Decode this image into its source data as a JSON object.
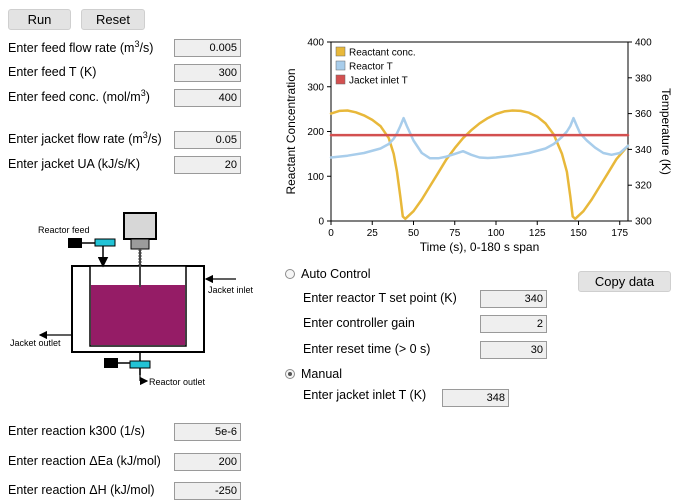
{
  "toolbar": {
    "run_label": "Run",
    "reset_label": "Reset"
  },
  "inputs": {
    "feed_flow": {
      "label_pre": "Enter feed flow rate (m",
      "label_sup": "3",
      "label_post": "/s)",
      "value": "0.005"
    },
    "feed_T": {
      "label": "Enter feed T (K)",
      "value": "300"
    },
    "feed_conc": {
      "label_pre": "Enter feed conc. (mol/m",
      "label_sup": "3",
      "label_post": ")",
      "value": "400"
    },
    "jacket_flow": {
      "label_pre": "Enter jacket flow rate (m",
      "label_sup": "3",
      "label_post": "/s)",
      "value": "0.05"
    },
    "jacket_UA": {
      "label": "Enter jacket UA (kJ/s/K)",
      "value": "20"
    },
    "k300": {
      "label": "Enter reaction k300 (1/s)",
      "value": "5e-6"
    },
    "Ea": {
      "label": "Enter reaction ΔEa (kJ/mol)",
      "value": "200"
    },
    "dH": {
      "label": "Enter reaction ΔH (kJ/mol)",
      "value": "-250"
    }
  },
  "diagram": {
    "reactor_feed": "Reactor feed",
    "jacket_inlet": "Jacket inlet",
    "jacket_outlet": "Jacket outlet",
    "reactor_outlet": "Reactor outlet",
    "liquid_color": "#951c66",
    "valve_color": "#22c3d6"
  },
  "control": {
    "copy_label": "Copy data",
    "auto_label": "Auto Control",
    "setpoint_label": "Enter reactor T set point (K)",
    "setpoint_value": "340",
    "gain_label": "Enter controller gain",
    "gain_value": "2",
    "reset_label": "Enter reset time (> 0 s)",
    "reset_value": "30",
    "manual_label": "Manual",
    "jacket_T_label": "Enter jacket inlet T (K)",
    "jacket_T_value": "348",
    "mode": "manual"
  },
  "chart_data": {
    "type": "line",
    "xlabel": "Time (s), 0-180 s span",
    "ylabel_left": "Reactant Concentration",
    "ylabel_right": "Temperature (K)",
    "xlim": [
      0,
      180
    ],
    "ylim_left": [
      0,
      400
    ],
    "ylim_right": [
      300,
      400
    ],
    "x_ticks": [
      0,
      25,
      50,
      75,
      100,
      125,
      150,
      175
    ],
    "y_ticks_left": [
      0,
      100,
      200,
      300,
      400
    ],
    "y_ticks_right": [
      300,
      320,
      340,
      360,
      380,
      400
    ],
    "legend_position": "top-left",
    "series": [
      {
        "name": "Reactant conc.",
        "axis": "left",
        "color": "#e8b83a",
        "x": [
          0,
          5,
          10,
          15,
          20,
          25,
          30,
          35,
          38,
          40,
          42,
          43.5,
          45,
          50,
          55,
          60,
          65,
          70,
          75,
          80,
          85,
          90,
          95,
          100,
          105,
          110,
          115,
          120,
          125,
          130,
          135,
          140,
          143,
          145,
          146.5,
          148,
          153,
          158,
          163,
          168,
          173,
          178,
          180
        ],
        "y": [
          240,
          246,
          247,
          243,
          236,
          226,
          212,
          185,
          150,
          110,
          55,
          10,
          5,
          22,
          48,
          78,
          108,
          138,
          163,
          185,
          203,
          218,
          230,
          239,
          245,
          247,
          246,
          242,
          233,
          218,
          193,
          150,
          110,
          55,
          10,
          5,
          22,
          48,
          78,
          108,
          138,
          160,
          168
        ]
      },
      {
        "name": "Reactor T",
        "axis": "right",
        "color": "#a8cdeb",
        "x": [
          0,
          10,
          20,
          30,
          35,
          38,
          40,
          42,
          44,
          46,
          50,
          55,
          60,
          65,
          70,
          75,
          80,
          85,
          90,
          95,
          100,
          110,
          120,
          130,
          135,
          140,
          143,
          145,
          147,
          149,
          151,
          155,
          160,
          165,
          170,
          175,
          180
        ],
        "y": [
          335.5,
          336.5,
          338,
          340.5,
          343,
          346,
          349,
          353,
          357.5,
          353,
          345,
          338,
          335,
          335,
          336,
          337.5,
          339,
          337,
          335.5,
          335.2,
          335.5,
          336.5,
          338,
          340.5,
          343,
          347,
          350,
          353,
          357.5,
          353,
          349,
          345,
          341,
          338,
          337,
          338,
          342
        ]
      },
      {
        "name": "Jacket inlet T",
        "axis": "right",
        "color": "#d35050",
        "x": [
          0,
          180
        ],
        "y": [
          348,
          348
        ]
      }
    ]
  }
}
